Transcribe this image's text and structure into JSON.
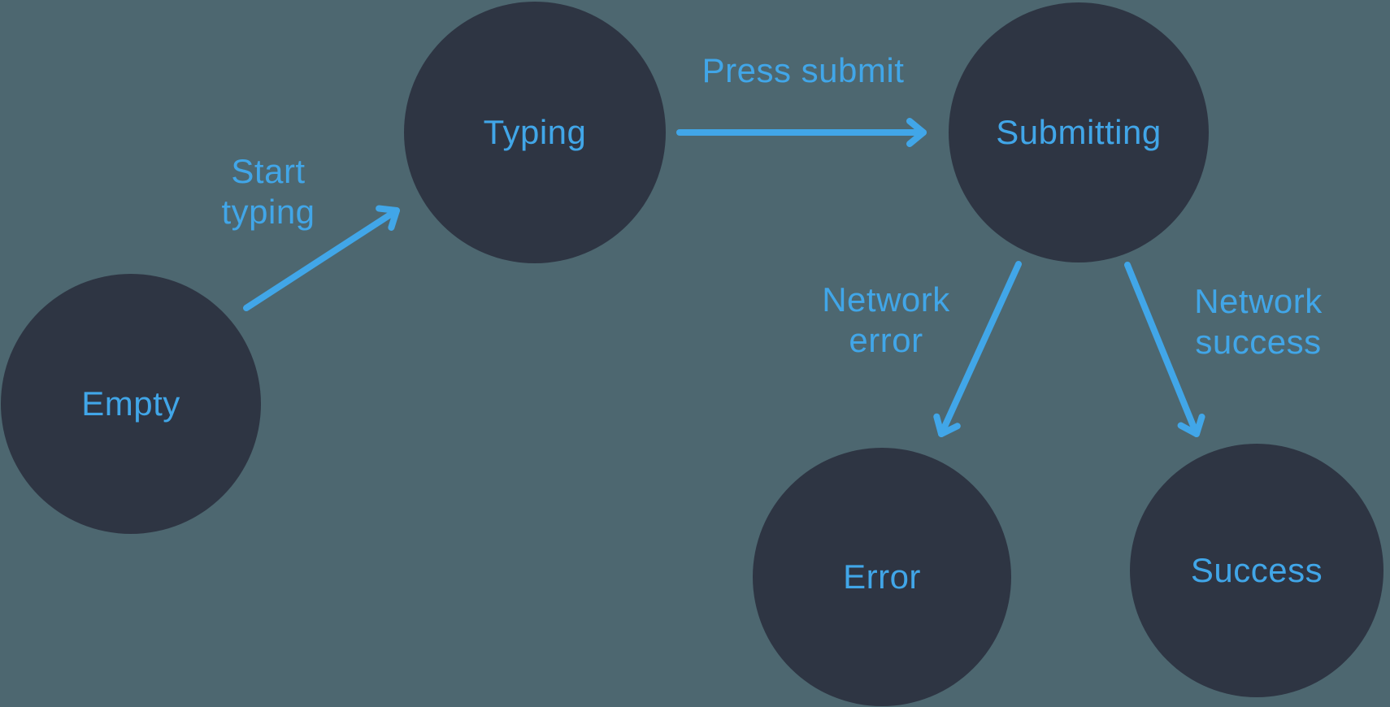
{
  "colors": {
    "background": "#4D6770",
    "node_fill": "#2E3543",
    "accent": "#41A6E8"
  },
  "diagram": {
    "type": "state-machine",
    "states": [
      {
        "id": "empty",
        "label": "Empty"
      },
      {
        "id": "typing",
        "label": "Typing"
      },
      {
        "id": "submitting",
        "label": "Submitting"
      },
      {
        "id": "error",
        "label": "Error"
      },
      {
        "id": "success",
        "label": "Success"
      }
    ],
    "transitions": [
      {
        "id": "start-typing",
        "from": "empty",
        "to": "typing",
        "label_lines": [
          "Start",
          "typing"
        ]
      },
      {
        "id": "press-submit",
        "from": "typing",
        "to": "submitting",
        "label_lines": [
          "Press submit"
        ]
      },
      {
        "id": "network-error",
        "from": "submitting",
        "to": "error",
        "label_lines": [
          "Network",
          "error"
        ]
      },
      {
        "id": "network-success",
        "from": "submitting",
        "to": "success",
        "label_lines": [
          "Network",
          "success"
        ]
      }
    ]
  }
}
